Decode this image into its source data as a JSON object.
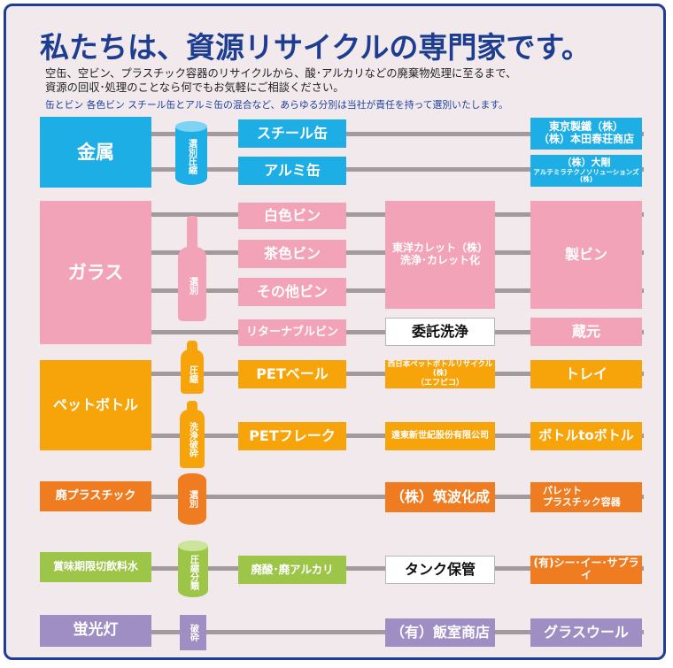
{
  "header": {
    "title": "私たちは、資源リサイクルの専門家です。",
    "intro_line1": "空缶、空ビン、プラスチック容器のリサイクルから、酸･アルカリなどの廃棄物処理に至るまで、",
    "intro_line2": "資源の回収･処理のことなら何でもお気軽にご相談ください。",
    "note": "缶とビン 各色ビン スチール缶とアルミ缶の混合など、あらゆる分別は当社が責任を持って選別いたします。"
  },
  "metal": {
    "label": "金属",
    "process": "選別圧縮",
    "steel": "スチール缶",
    "aluminum": "アルミ缶",
    "steel_dest_1": "東京製鐵（株）",
    "steel_dest_2": "（株）本田春荘商店",
    "alu_dest_1": "（株）大剛",
    "alu_dest_2": "アルテミラテクノソリューションズ(株)"
  },
  "glass": {
    "label": "ガラス",
    "process": "選別",
    "white": "白色ビン",
    "brown": "茶色ビン",
    "other": "その他ビン",
    "returnable": "リターナブルビン",
    "cullet_1": "東洋カレット（株）",
    "cullet_2": "洗浄･カレット化",
    "dest": "製ビン",
    "consign": "委託洗浄",
    "brewery": "蔵元"
  },
  "pet": {
    "label": "ペットボトル",
    "process_1": "圧縮",
    "process_2": "洗浄破砕",
    "bale": "PETベール",
    "flake": "PETフレーク",
    "rec_1": "西日本ペットボトルリサイクル(株)",
    "rec_2": "（エフピコ）",
    "company": "遠東新世紀股份有限公司",
    "tray": "トレイ",
    "b2b": "ボトルtoボトル"
  },
  "plastic": {
    "label": "廃プラスチック",
    "process": "選別",
    "company": "（株）筑波化成",
    "dest_1": "パレット",
    "dest_2": "プラスチック容器"
  },
  "drink": {
    "label": "賞味期限切飲料水",
    "process": "圧縮分類",
    "acid": "廃酸･廃アルカリ",
    "tank": "タンク保管",
    "dest": "(有)シー･イー･サプライ"
  },
  "lamp": {
    "label": "蛍光灯",
    "process": "破砕",
    "company": "（有）飯室商店",
    "dest": "グラスウール"
  }
}
